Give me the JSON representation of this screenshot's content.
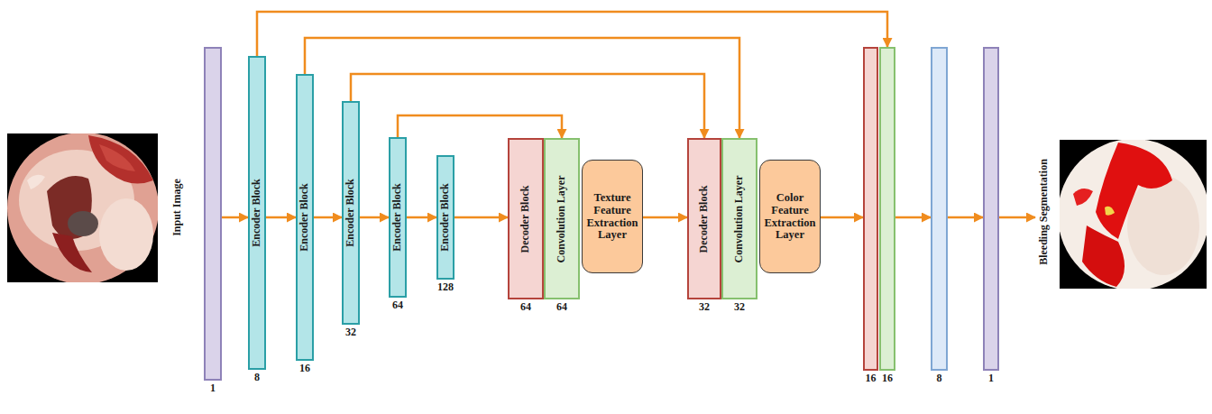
{
  "diagram": {
    "nodes": [
      {
        "text": [
          "Input Image"
        ]
      },
      {
        "text": [
          "1"
        ]
      },
      {
        "text": [
          "Encoder Block",
          "8"
        ]
      },
      {
        "text": [
          "Encoder Block",
          "16"
        ]
      },
      {
        "text": [
          "Encoder Block",
          "32"
        ]
      },
      {
        "text": [
          "Encoder Block",
          "64"
        ]
      },
      {
        "text": [
          "Encoder Block",
          "128"
        ]
      },
      {
        "text": [
          "Decoder Block",
          "64"
        ]
      },
      {
        "text": [
          "Convolution Layer",
          "64"
        ]
      },
      {
        "text": [
          "Texture Feature Extraction Layer"
        ]
      },
      {
        "text": [
          "Decoder Block",
          "32"
        ]
      },
      {
        "text": [
          "Convolution Layer",
          "32"
        ]
      },
      {
        "text": [
          "Color Feature Extraction Layer"
        ]
      },
      {
        "text": [
          "16"
        ]
      },
      {
        "text": [
          "16"
        ]
      },
      {
        "text": [
          "8"
        ]
      },
      {
        "text": [
          "1"
        ]
      },
      {
        "text": [
          "Bleeding Segmentation"
        ]
      }
    ],
    "edges": [
      {
        "from": 1,
        "to": 2,
        "arrow": "to"
      },
      {
        "from": 2,
        "to": 3,
        "arrow": "to"
      },
      {
        "from": 3,
        "to": 4,
        "arrow": "to"
      },
      {
        "from": 4,
        "to": 5,
        "arrow": "to"
      },
      {
        "from": 5,
        "to": 6,
        "arrow": "to"
      },
      {
        "from": 6,
        "to": 7,
        "arrow": "to"
      },
      {
        "from": 9,
        "to": 10,
        "arrow": "to"
      },
      {
        "from": 12,
        "to": 13,
        "arrow": "to"
      },
      {
        "from": 14,
        "to": 15,
        "arrow": "to"
      },
      {
        "from": 15,
        "to": 16,
        "arrow": "to"
      },
      {
        "from": 16,
        "to": 17,
        "arrow": "to"
      },
      {
        "from": 2,
        "to": 14,
        "arrow": "to"
      },
      {
        "from": 3,
        "to": 11,
        "arrow": "to"
      },
      {
        "from": 4,
        "to": 10,
        "arrow": "to"
      },
      {
        "from": 5,
        "to": 8,
        "arrow": "to"
      }
    ]
  }
}
